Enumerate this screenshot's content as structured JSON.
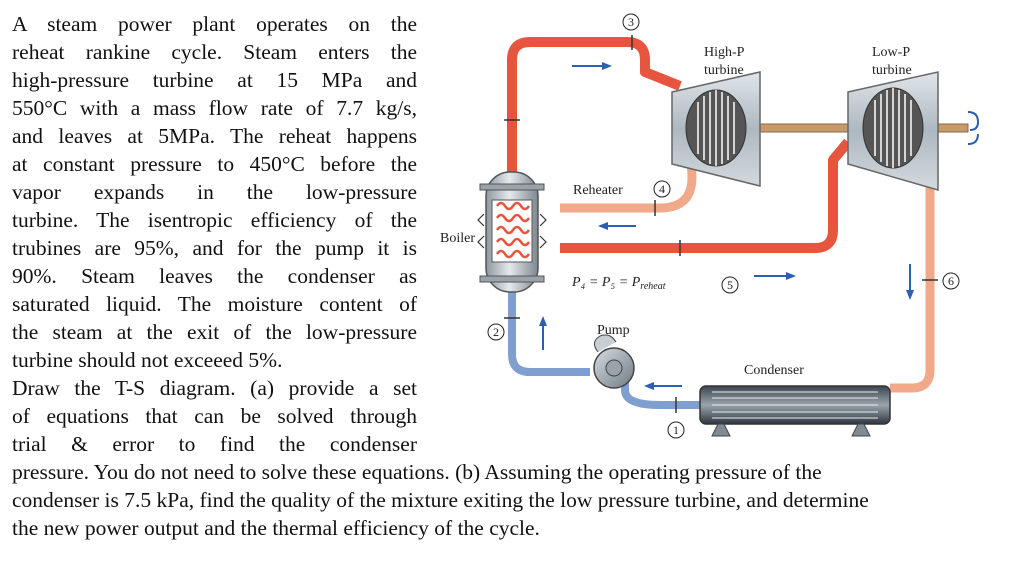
{
  "problem": {
    "lines": [
      "A steam power plant operates on the",
      "reheat rankine cycle. Steam enters the",
      "high-pressure turbine at 15 MPa and",
      "550°C with a mass flow rate of 7.7 kg/s,",
      "and leaves at 5MPa. The reheat happens",
      "at constant pressure to 450°C before the",
      "vapor expands in the low-pressure",
      "turbine. The isentropic efficiency of the",
      "trubines are 95%, and for the pump it is",
      "90%. Steam leaves the condenser as",
      "saturated liquid. The moisture content of",
      "the steam at the exit of the low-pressure",
      "turbine should not exceeed 5%.",
      "Draw the T-S diagram. (a) provide a set",
      "of equations that can be solved through",
      "trial & error to find the condenser"
    ],
    "wide_lines": [
      "pressure. You do not need to solve these equations.  (b) Assuming the operating pressure of the",
      "condenser is 7.5 kPa, find the quality of the mixture exiting the low pressure turbine, and determine",
      "the new power output and the thermal efficiency of the cycle."
    ]
  },
  "diagram": {
    "labels": {
      "boiler": "Boiler",
      "hp_turbine_1": "High-P",
      "hp_turbine_2": "turbine",
      "lp_turbine_1": "Low-P",
      "lp_turbine_2": "turbine",
      "reheater": "Reheater",
      "pump": "Pump",
      "condenser": "Condenser",
      "pressure_eq_main": "P₄ = P₅ = P",
      "pressure_eq_sub": "reheat"
    },
    "state_points": [
      "1",
      "2",
      "3",
      "4",
      "5",
      "6"
    ],
    "colors": {
      "hot_pipe": "#e8553f",
      "warm_pipe": "#f2a98a",
      "cold_pipe": "#7f9fcf",
      "arrow": "#2b5fb0",
      "turbine_body": "#b9c4cc",
      "shaft": "#c89a6a"
    }
  }
}
